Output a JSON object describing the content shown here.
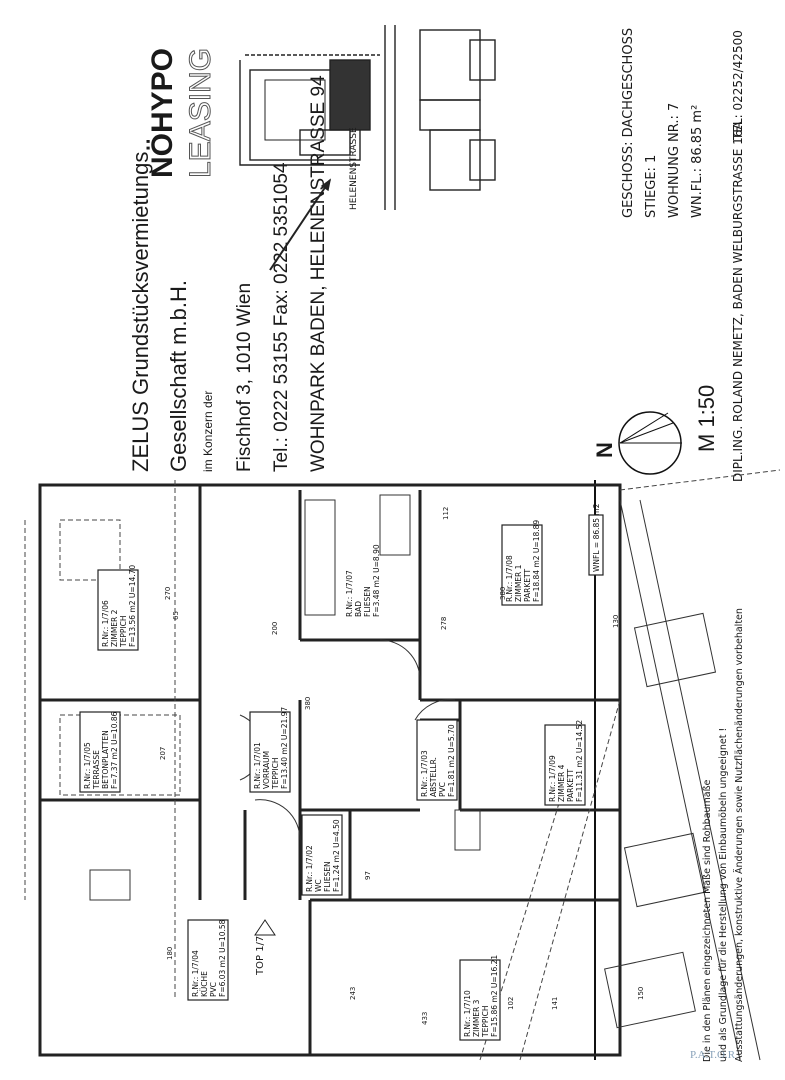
{
  "header": {
    "company_line1": "ZELUS Grundstücksvermietungs",
    "company_line2": "Gesellschaft m.b.H.",
    "group_note": "im Konzern der",
    "address": "Fischhof 3, 1010 Wien",
    "phone_fax": "Tel.: 0222 53155 Fax: 0222 5351054",
    "project": "WOHNPARK BADEN, HELENENSTRASSE 94",
    "logo_line1": "NÖHYPO",
    "logo_line2": "LEASING"
  },
  "info": {
    "geschoss": "GESCHOSS: DACHGESCHOSS",
    "stiege": "STIEGE: 1",
    "wohnung": "WOHNUNG NR.: 7",
    "wnfl": "WN.FL.: 86.85 m²",
    "scale": "M 1:50",
    "architect": "DIPL.ING. ROLAND NEMETZ, BADEN WELBURGSTRASSE 16A",
    "tel": "TEL: 02252/42500",
    "north": "N"
  },
  "site_plan": {
    "street": "HELENENSTRASSE"
  },
  "rooms": [
    {
      "nr": "R.Nr.: 1/7/06",
      "name": "ZIMMER 2",
      "floor": "TEPPICH",
      "area": "F=13.56 m2 U=14.70"
    },
    {
      "nr": "R.Nr.: 1/7/05",
      "name": "TERRASSE",
      "floor": "BETONPLATTEN",
      "area": "F=7.37 m2 U=10.86"
    },
    {
      "nr": "R.Nr.: 1/7/01",
      "name": "VORRAUM",
      "floor": "TEPPICH",
      "area": "F=13.40 m2 U=21.97"
    },
    {
      "nr": "R.Nr.: 1/7/07",
      "name": "BAD",
      "floor": "FLIESEN",
      "area": "F=3.48 m2 U=8.90"
    },
    {
      "nr": "R.Nr.: 1/7/08",
      "name": "ZIMMER 1",
      "floor": "PARKETT",
      "area": "F=18.84 m2 U=18.89"
    },
    {
      "nr": "R.Nr.: 1/7/03",
      "name": "ABSTELLR.",
      "floor": "PVC",
      "area": "F=1.81 m2 U=5.70"
    },
    {
      "nr": "R.Nr.: 1/7/09",
      "name": "ZIMMER 4",
      "floor": "PARKETT",
      "area": "F=11.31 m2 U=14.52"
    },
    {
      "nr": "R.Nr.: 1/7/02",
      "name": "WC",
      "floor": "FLIESEN",
      "area": "F=1.24 m2 U=4.50"
    },
    {
      "nr": "R.Nr.: 1/7/04",
      "name": "KÜCHE",
      "floor": "PVC",
      "area": "F=6.03 m2 U=10.58"
    },
    {
      "nr": "R.Nr.: 1/7/10",
      "name": "ZIMMER 3",
      "floor": "TEPPICH",
      "area": "F=15.86 m2 U=16.21"
    }
  ],
  "plan": {
    "total_area": "WNFL = 86.85 m2",
    "unit_label": "TOP 1/7",
    "dims": [
      "270",
      "65",
      "200",
      "380",
      "207",
      "380",
      "278",
      "112",
      "180",
      "141",
      "243",
      "433",
      "97",
      "102",
      "130",
      "150"
    ]
  },
  "notes": [
    "Die in den Plänen eingezeichneten Maße sind Rohbaumaße",
    "und als Grundlage für die Herstellung von Einbaumöbeln ungeeignet !",
    "Ausstattungsänderungen, konstruktive Änderungen sowie Nutzflächenänderungen vorbehalten"
  ],
  "watermark": "P.A.T.O.R"
}
